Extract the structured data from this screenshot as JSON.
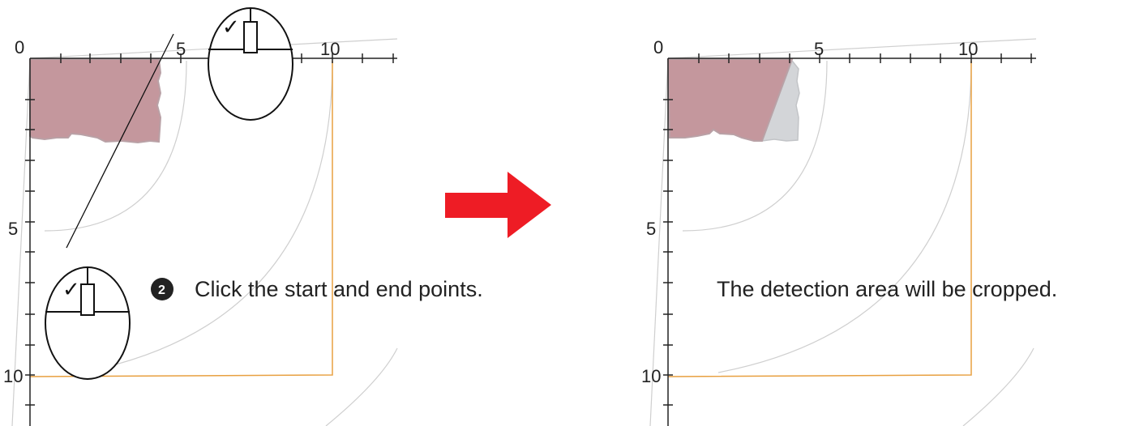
{
  "left_panel": {
    "x_ticks": [
      "0",
      "5",
      "10"
    ],
    "y_ticks": [
      "5",
      "10"
    ],
    "step_number": "2",
    "instruction": "Click the start and end points."
  },
  "right_panel": {
    "x_ticks": [
      "0",
      "5",
      "10"
    ],
    "y_ticks": [
      "5",
      "10"
    ],
    "result_text": "The detection area will be cropped."
  },
  "mouse_check_glyph": "✓",
  "icons": {
    "arrow": "right-arrow-icon",
    "mouse": "mouse-icon"
  },
  "colors": {
    "area_fill": "#c4979d",
    "cropped_fill": "#d3d5d8",
    "range_line": "#e8a040",
    "arrow": "#ee1c25",
    "arc": "#cfcfcf",
    "axis": "#222222"
  }
}
